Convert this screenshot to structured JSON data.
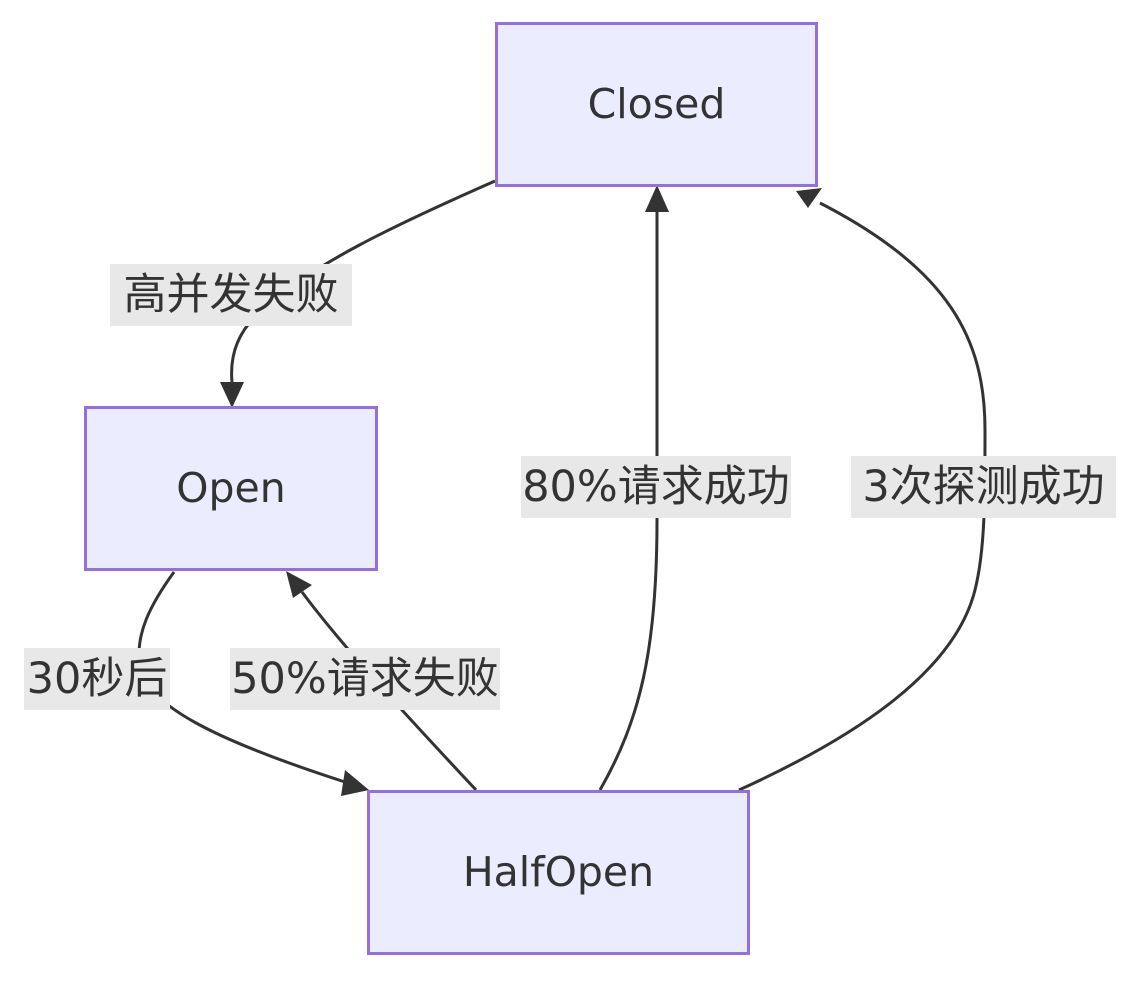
{
  "nodes": {
    "closed": "Closed",
    "open": "Open",
    "half_open": "HalfOpen"
  },
  "edges": {
    "closed_to_open": "高并发失败",
    "open_to_half_open": "30秒后",
    "half_open_to_open": "50%请求失败",
    "half_open_to_closed_requests": "80%请求成功",
    "half_open_to_closed_probes": "3次探测成功"
  },
  "colors": {
    "node_fill": "#ececff",
    "node_border": "#9370db",
    "edge": "#333333",
    "label_background": "#e8e8e8",
    "text": "#333333"
  }
}
